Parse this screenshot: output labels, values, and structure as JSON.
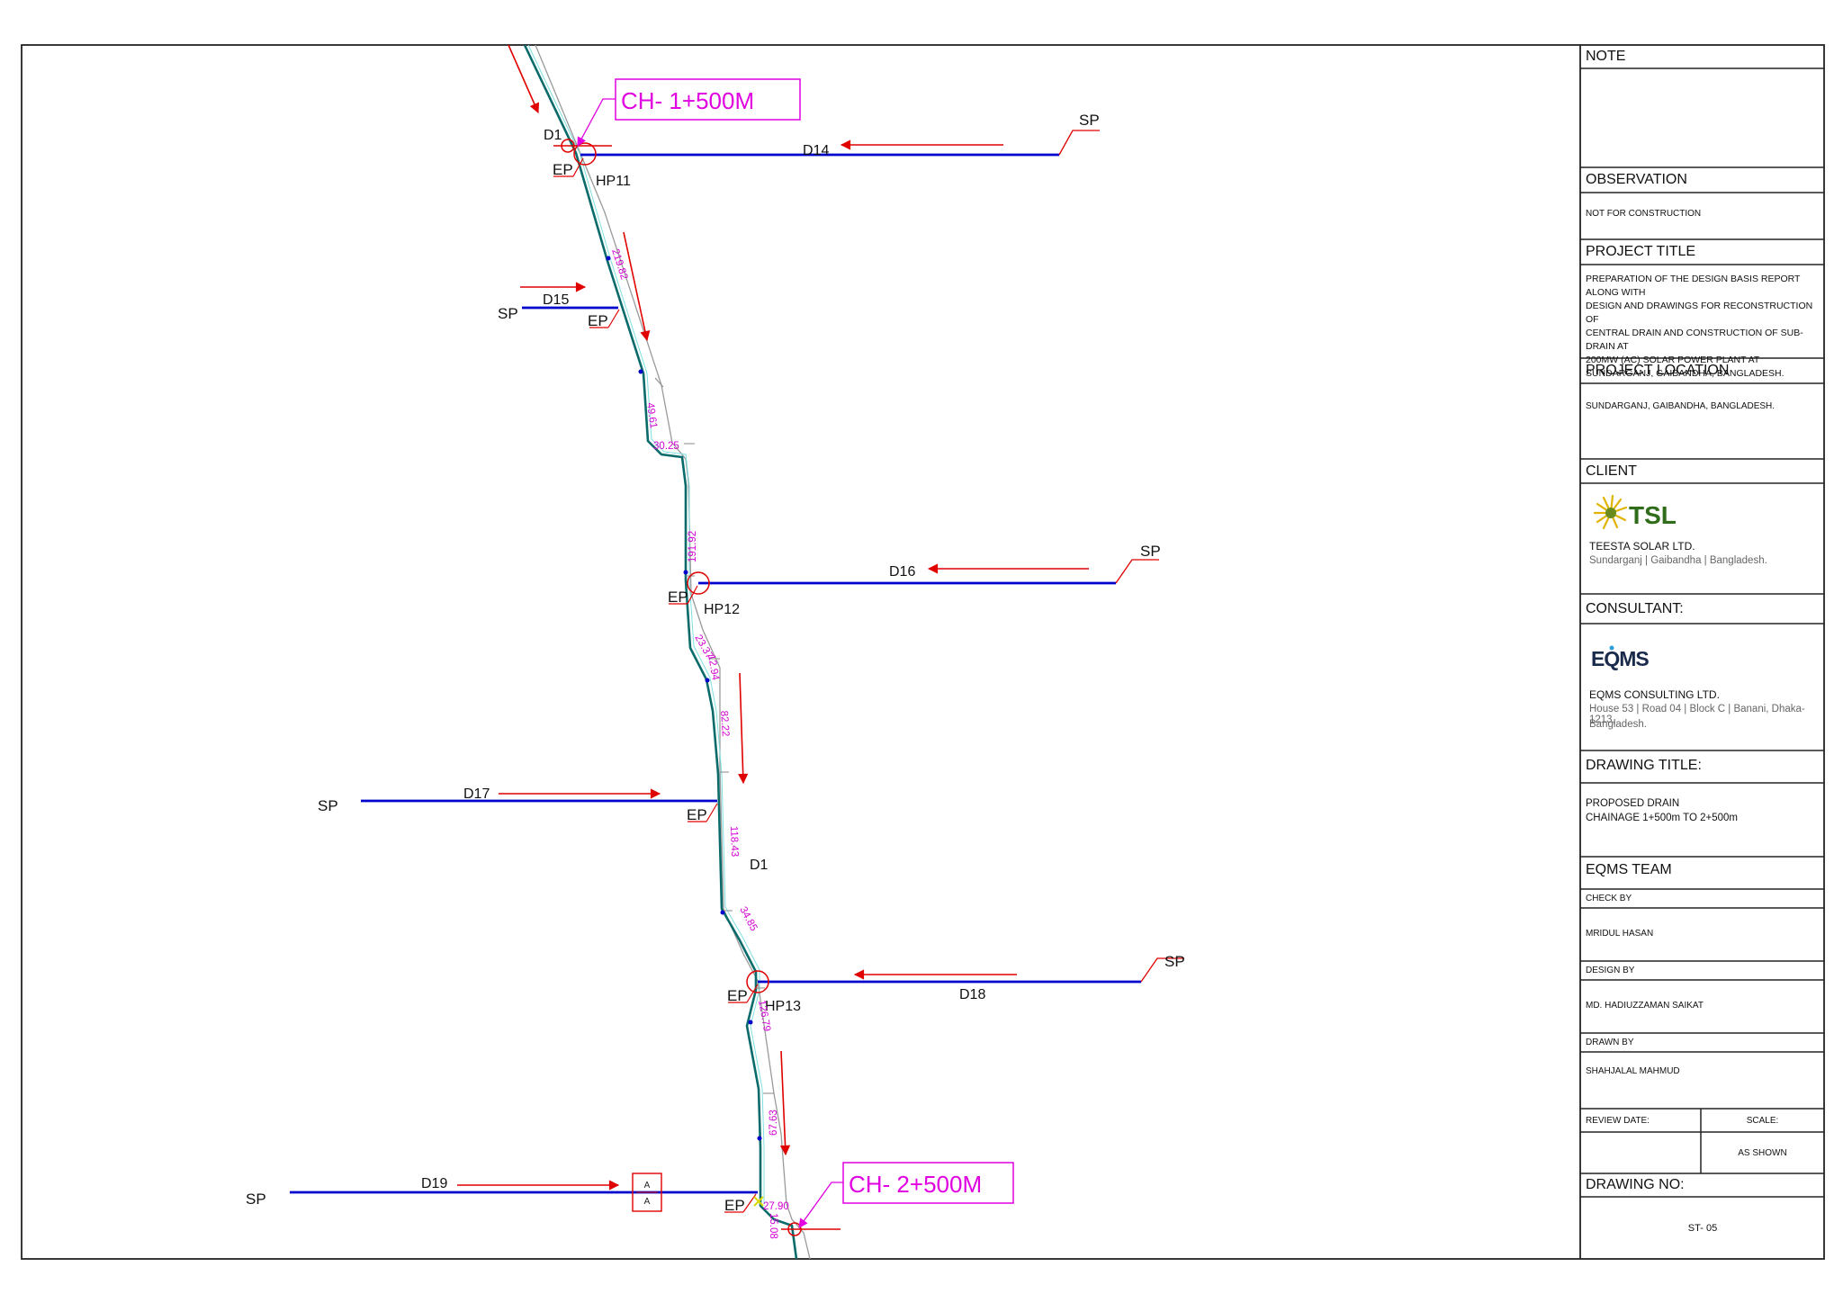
{
  "drawing": {
    "chainage_start_label": "CH- 1+500M",
    "chainage_end_label": "CH- 2+500M",
    "main_drain_label": "D1",
    "labels": {
      "sp": "SP",
      "ep": "EP",
      "d1_top": "D1",
      "d14": "D14",
      "d15": "D15",
      "d16": "D16",
      "d17": "D17",
      "d18": "D18",
      "d19": "D19",
      "hp11": "HP11",
      "hp12": "HP12",
      "hp13": "HP13",
      "section_a1": "A",
      "section_a2": "A"
    },
    "dimensions": {
      "d1": "219.82",
      "d2": "49.61",
      "d3": "30.25",
      "d4": "191.92",
      "d5": "23.37",
      "d6": "12.94",
      "d7": "82.22",
      "d8": "118.43",
      "d9": "34.85",
      "d10": "126.79",
      "d11": "67.63",
      "d12": "27.90",
      "d13": "15.08"
    },
    "colors": {
      "main_drain": "#0b6b6b",
      "sub_drain": "#0000cc",
      "arrow": "#e00000",
      "dimension": "#d400d4",
      "chainage": "#e000e0"
    }
  },
  "title_block": {
    "note_header": "NOTE",
    "observation_header": "OBSERVATION",
    "observation_text": "NOT FOR CONSTRUCTION",
    "project_title_header": "PROJECT TITLE",
    "project_title_lines": [
      "PREPARATION OF THE DESIGN BASIS REPORT ALONG WITH",
      "DESIGN AND DRAWINGS FOR RECONSTRUCTION OF",
      "CENTRAL DRAIN AND CONSTRUCTION OF SUB-DRAIN AT",
      "200MW (AC) SOLAR POWER PLANT AT",
      "SUNDARGANJ, GAIBANDHA, BANGLADESH."
    ],
    "project_location_header": "PROJECT LOCATION",
    "project_location_text": "SUNDARGANJ, GAIBANDHA, BANGLADESH.",
    "client_header": "CLIENT",
    "client_logo_text": "TSL",
    "client_name": "TEESTA SOLAR LTD.",
    "client_address": "Sundarganj | Gaibandha | Bangladesh.",
    "consultant_header": "CONSULTANT:",
    "consultant_logo_text": "EQMS",
    "consultant_name": "EQMS CONSULTING LTD.",
    "consultant_address_1": "House 53 |  Road 04  |  Block C |  Banani, Dhaka-1213,",
    "consultant_address_2": "Bangladesh.",
    "drawing_title_header": "DRAWING TITLE:",
    "drawing_title_1": "PROPOSED DRAIN",
    "drawing_title_2": "CHAINAGE 1+500m TO 2+500m",
    "team_header": "EQMS TEAM",
    "check_by_label": "CHECK BY",
    "check_by_name": "MRIDUL HASAN",
    "design_by_label": "DESIGN BY",
    "design_by_name": "MD. HADIUZZAMAN SAIKAT",
    "drawn_by_label": "DRAWN BY",
    "drawn_by_name": "SHAHJALAL MAHMUD",
    "review_date_label": "REVIEW DATE:",
    "scale_label": "SCALE:",
    "scale_value": "AS SHOWN",
    "drawing_no_header": "DRAWING NO:",
    "drawing_no": "ST- 05"
  }
}
